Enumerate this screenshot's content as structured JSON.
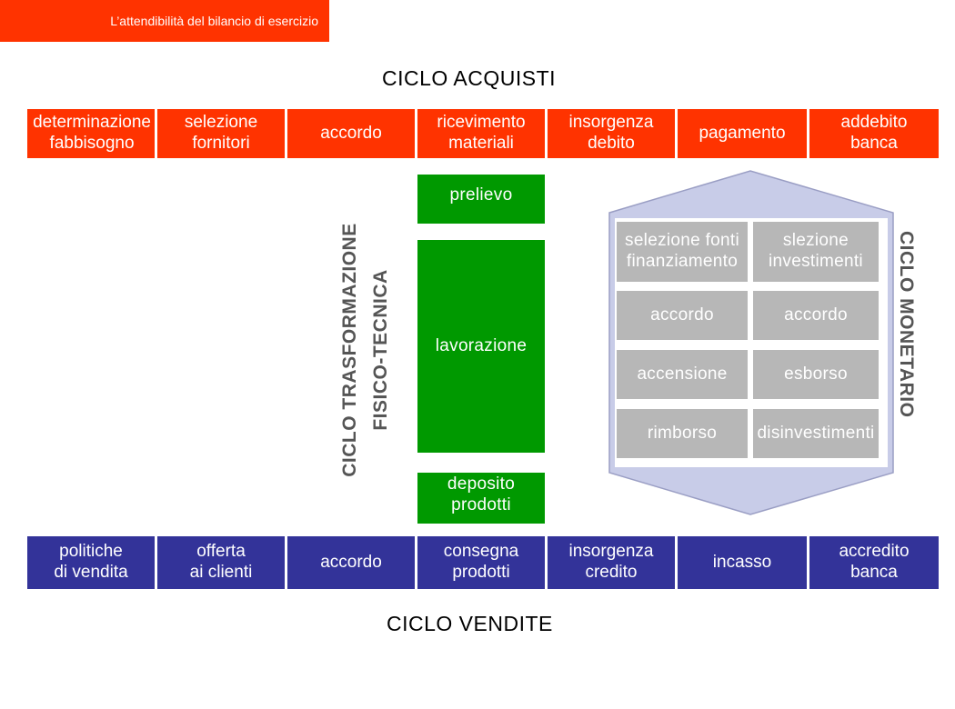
{
  "header": {
    "title": "L’attendibilità del bilancio di esercizio"
  },
  "cycles": {
    "acquisti": "CICLO ACQUISTI",
    "vendite": "CICLO VENDITE",
    "trasformazione_line1": "CICLO TRASFORMAZIONE",
    "trasformazione_line2": "FISICO-TECNICA",
    "monetario": "CICLO MONETARIO"
  },
  "acquisti_steps": [
    "determinazione\nfabbisogno",
    "selezione\nfornitori",
    "accordo",
    "ricevimento\nmateriali",
    "insorgenza\ndebito",
    "pagamento",
    "addebito\nbanca"
  ],
  "vendite_steps": [
    "politiche\ndi vendita",
    "offerta\nai clienti",
    "accordo",
    "consegna\nprodotti",
    "insorgenza\ncredito",
    "incasso",
    "accredito\nbanca"
  ],
  "trasformazione_steps": {
    "prelievo": "prelievo",
    "lavorazione": "lavorazione",
    "deposito": "deposito\nprodotti"
  },
  "monetario_grid": {
    "left": [
      "selezione fonti\nfinanziamento",
      "accordo",
      "accensione",
      "rimborso"
    ],
    "right": [
      "slezione\ninvestimenti",
      "accordo",
      "esborso",
      "disinvestimenti"
    ]
  },
  "colors": {
    "acquisti": "#ff3300",
    "vendite": "#333399",
    "trasformazione": "#009900",
    "monetario": "#b7b7b7",
    "arrow": "#c8cce8"
  }
}
